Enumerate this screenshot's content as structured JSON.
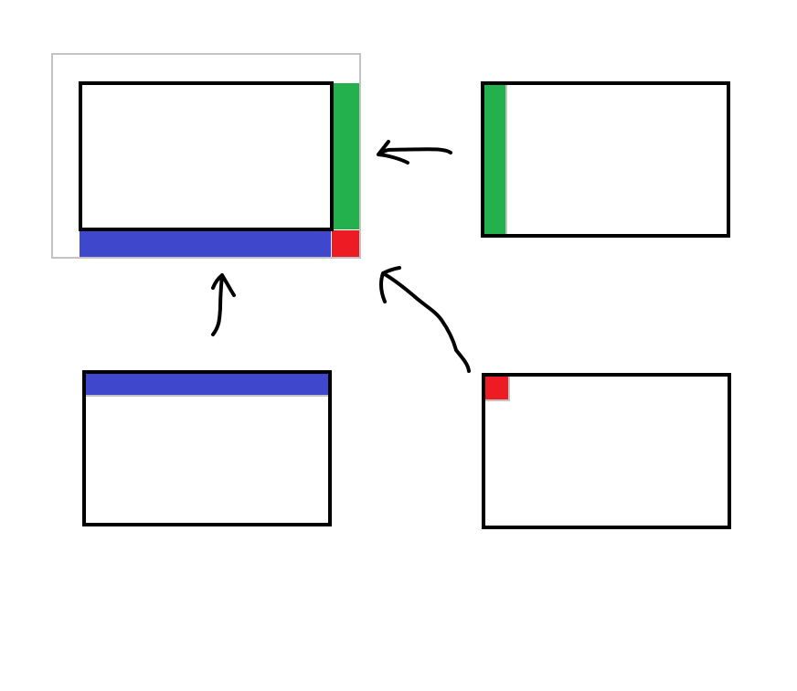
{
  "colors": {
    "background": "#ffffff",
    "outline": "#000000",
    "bounds": "#c3c3c3",
    "vertical_bar": "#22b14c",
    "horizontal_bar": "#3f48cc",
    "corner": "#ed1c24"
  },
  "diagram": {
    "panels": [
      {
        "id": "combined",
        "parts": [
          "content",
          "vertical-bar",
          "horizontal-bar",
          "corner"
        ]
      },
      {
        "id": "vertical-bar-source",
        "parts": [
          "content",
          "vertical-bar"
        ]
      },
      {
        "id": "horizontal-bar-source",
        "parts": [
          "content",
          "horizontal-bar"
        ]
      },
      {
        "id": "corner-source",
        "parts": [
          "content",
          "corner"
        ]
      }
    ],
    "connections": [
      {
        "from": "vertical-bar-source",
        "to": "combined"
      },
      {
        "from": "horizontal-bar-source",
        "to": "combined"
      },
      {
        "from": "corner-source",
        "to": "combined"
      }
    ]
  }
}
